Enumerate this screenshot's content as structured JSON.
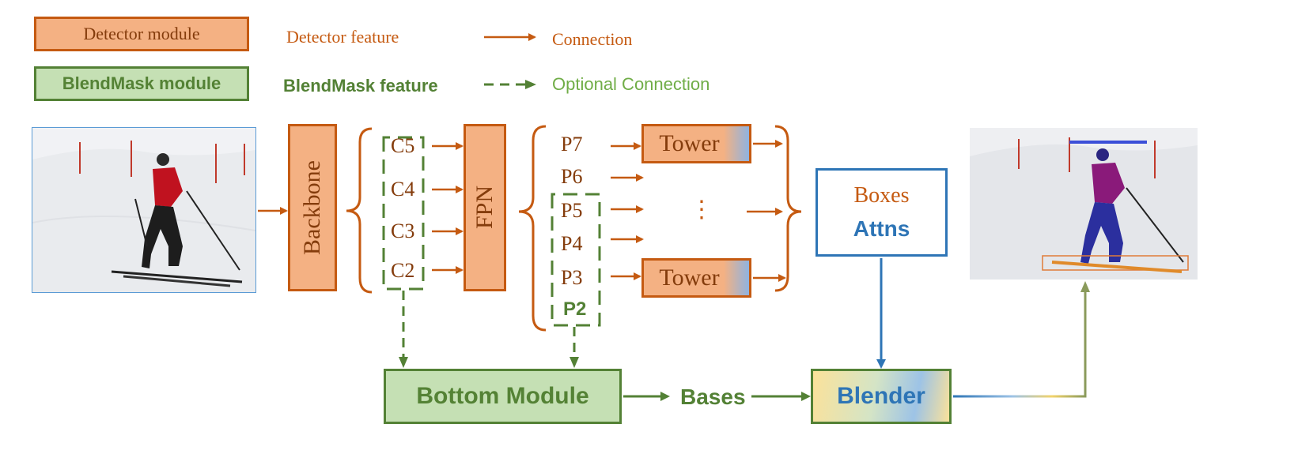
{
  "legend": {
    "detector_module": "Detector module",
    "blendmask_module": "BlendMask module",
    "detector_feature": "Detector feature",
    "blendmask_feature": "BlendMask feature",
    "connection": "Connection",
    "optional_connection": "Optional Connection"
  },
  "blocks": {
    "backbone": "Backbone",
    "fpn": "FPN",
    "tower_top": "Tower",
    "tower_bottom": "Tower",
    "bottom_module": "Bottom Module",
    "blender": "Blender",
    "bases": "Bases",
    "boxes": "Boxes",
    "attns": "Attns",
    "ellipsis": "⋮"
  },
  "backbone_features": [
    "C5",
    "C4",
    "C3",
    "C2"
  ],
  "fpn_features": [
    "P7",
    "P6",
    "P5",
    "P4",
    "P3",
    "P2"
  ],
  "colors": {
    "detector_fill": "#f4b183",
    "detector_border": "#c55a11",
    "blendmask_fill": "#c5e0b4",
    "blendmask_border": "#538135",
    "head_border": "#2e75b6",
    "attns_text": "#2e75b6"
  },
  "images": {
    "input": "skier-photo",
    "output": "skier-segmentation-result"
  }
}
